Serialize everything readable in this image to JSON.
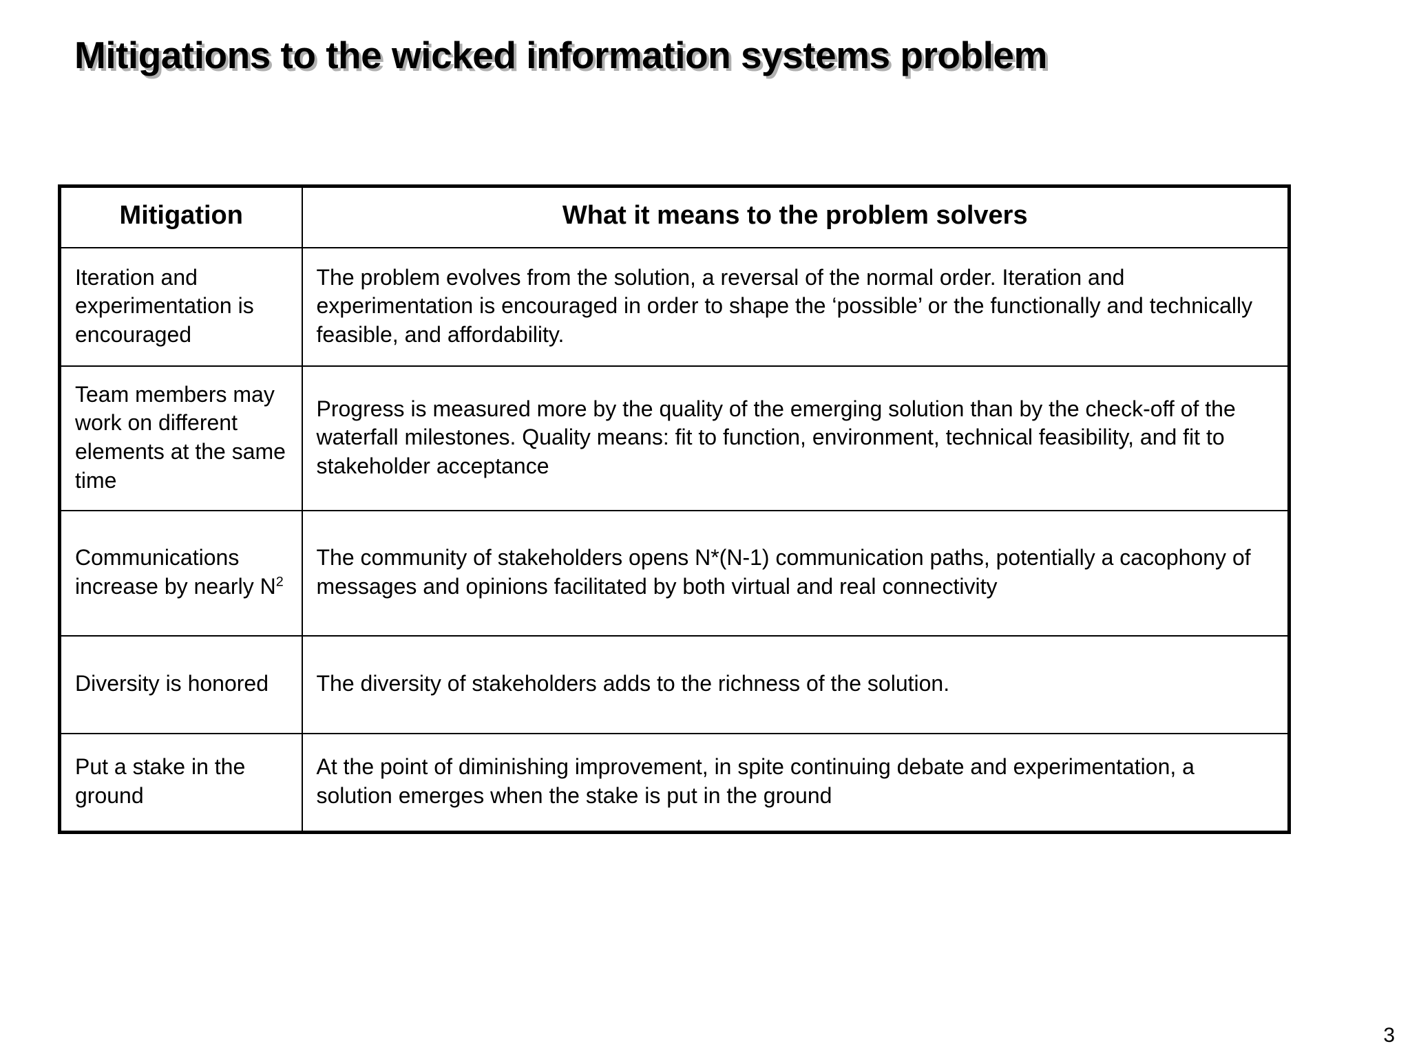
{
  "slide": {
    "title": "Mitigations to the wicked information systems problem",
    "page_number": "3",
    "accent_color": "#000000",
    "background_color": "#ffffff",
    "title_shadow_color": "#969696"
  },
  "table": {
    "headers": {
      "mitigation": "Mitigation",
      "meaning": "What it means to the problem solvers"
    },
    "rows": [
      {
        "mitigation": "Iteration and experimentation is encouraged",
        "meaning": "The problem evolves from the solution, a reversal of the normal order. Iteration and experimentation is encouraged in order to shape the ‘possible’ or the functionally and technically feasible, and affordability."
      },
      {
        "mitigation": "Team members may work on different elements at the same time",
        "meaning": "Progress is measured more by the quality of the emerging solution than by the check-off of the waterfall milestones.  Quality means: fit to function, environment, technical feasibility, and fit to stakeholder acceptance"
      },
      {
        "mitigation_pre": "Communications increase by nearly N",
        "mitigation_sup": "2",
        "meaning": "The community of stakeholders opens N*(N-1) communication paths, potentially a cacophony of messages and opinions facilitated by both virtual and real connectivity"
      },
      {
        "mitigation": "Diversity is honored",
        "meaning": "The diversity of stakeholders adds to the richness of the solution."
      },
      {
        "mitigation": "Put a stake in the ground",
        "meaning": "At the point of diminishing improvement, in spite continuing debate and experimentation, a solution emerges when the stake is put in the ground"
      }
    ]
  }
}
